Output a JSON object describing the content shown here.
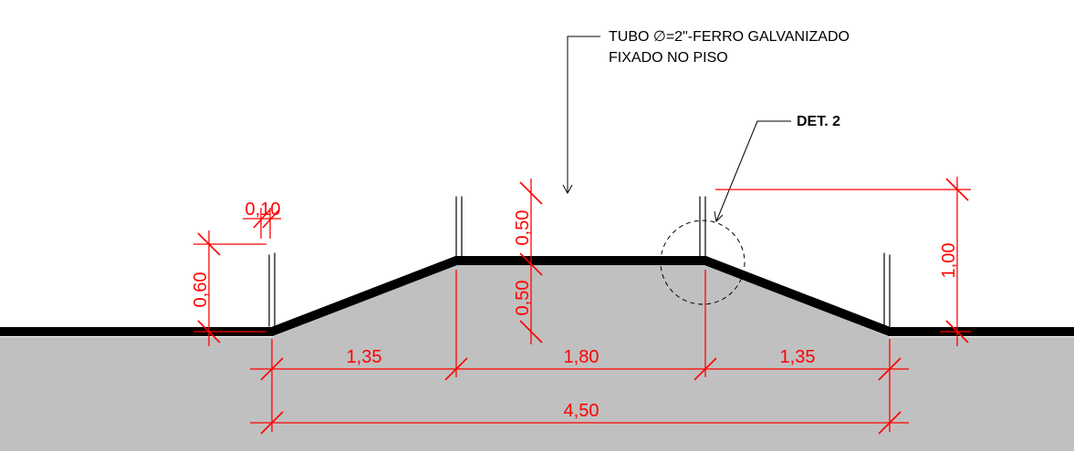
{
  "annotations": {
    "pipe_note_line1": "TUBO ∅=2\"-FERRO GALVANIZADO",
    "pipe_note_line2": "FIXADO NO PISO",
    "detail_label": "DET. 2"
  },
  "dimensions": {
    "ramp_left_length": "1,35",
    "platform_length": "1,80",
    "ramp_right_length": "1,35",
    "total_length": "4,50",
    "railing_end_height": "0,60",
    "railing_extension": "0,10",
    "railing_height_platform": "0,50",
    "platform_height": "0,50",
    "railing_top_height": "1,00"
  },
  "colors": {
    "dimension": "#ff0000",
    "ground_fill": "#c0c0c0",
    "ramp_surface": "#000000",
    "ink": "#000000"
  }
}
